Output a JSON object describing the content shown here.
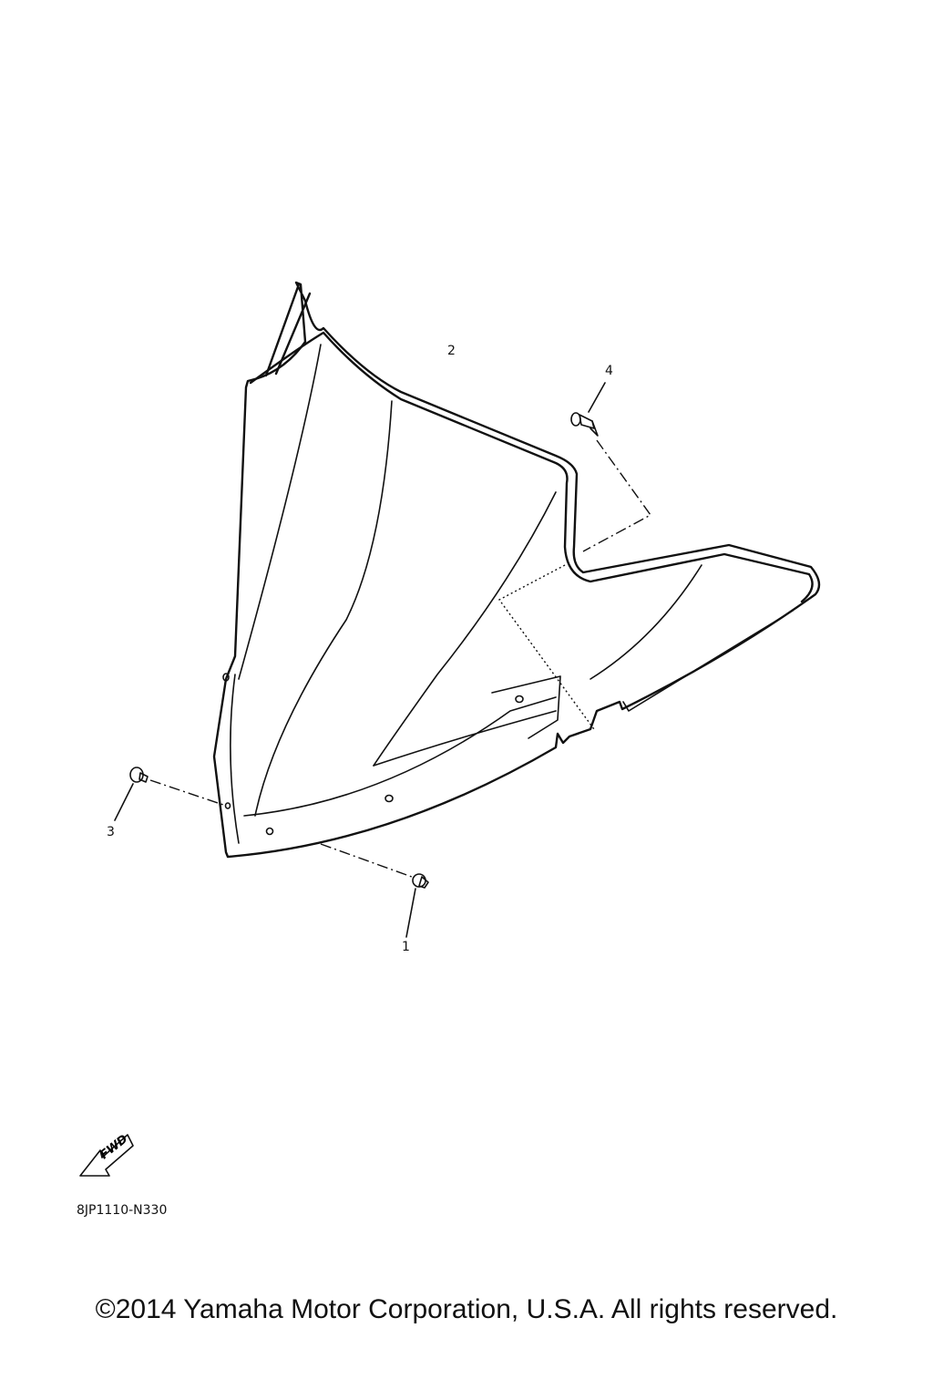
{
  "callouts": [
    {
      "id": "1",
      "label": "1"
    },
    {
      "id": "2",
      "label": "2"
    },
    {
      "id": "3",
      "label": "3"
    },
    {
      "id": "4",
      "label": "4"
    }
  ],
  "fwd_label": "FWD",
  "part_code": "8JP1110-N330",
  "copyright": "©2014 Yamaha Motor Corporation, U.S.A. All rights reserved."
}
